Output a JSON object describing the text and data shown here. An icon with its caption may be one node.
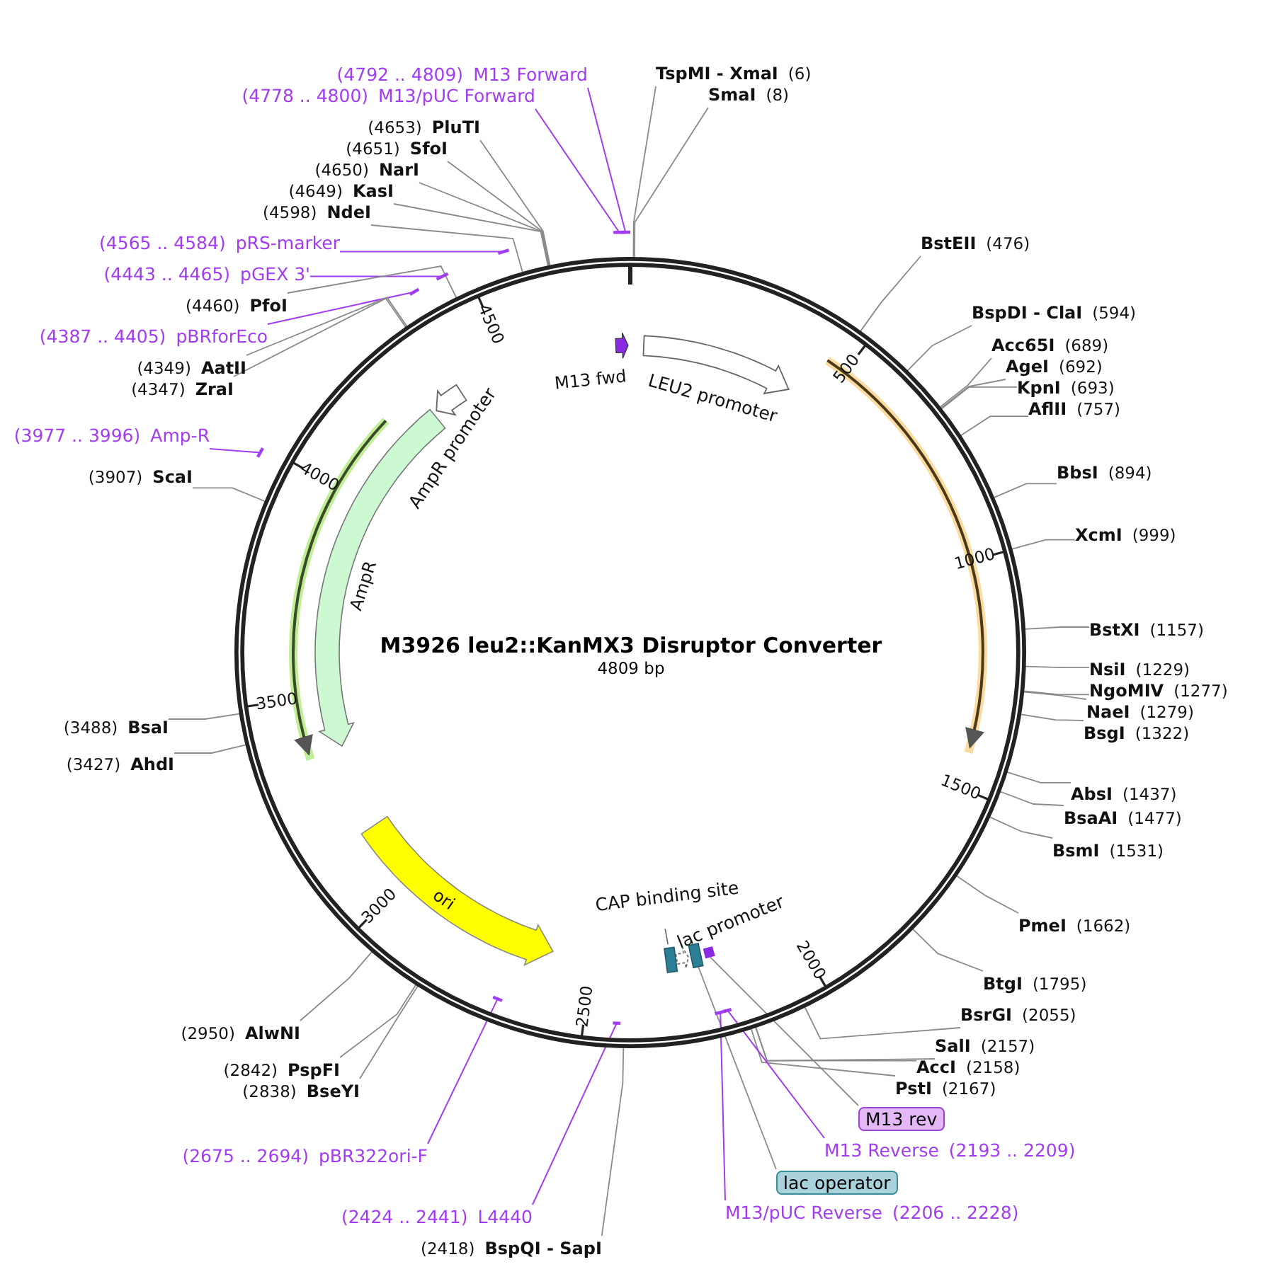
{
  "diagram": {
    "title": "M3926 leu2::KanMX3 Disruptor Converter",
    "nodes": [
      {
        "text": [
          "(4792 .. 4809)",
          "M13 Forward"
        ]
      },
      {
        "text": [],
        "shape": "bar"
      },
      {
        "text": [
          "TspMI - XmaI",
          "(6)"
        ]
      },
      {
        "text": [
          "SmaI",
          "(8)"
        ]
      },
      {
        "text": [
          "(4778 .. 4800)",
          "M13/pUC Forward"
        ]
      },
      {
        "text": [],
        "shape": "bar"
      },
      {
        "text": [
          "(4653)",
          "PluTI"
        ]
      },
      {
        "text": [
          "(4651)",
          "SfoI"
        ]
      },
      {
        "text": [
          "(4650)",
          "NarI"
        ]
      },
      {
        "text": [
          "(4649)",
          "KasI"
        ]
      },
      {
        "text": [
          "(4598)",
          "NdeI"
        ]
      },
      {
        "text": [
          "BstEII",
          "(476)"
        ]
      },
      {
        "text": [
          "(4565 .. 4584)",
          "pRS-marker"
        ]
      },
      {
        "text": [],
        "shape": "bar"
      },
      {
        "text": [
          "(4443 .. 4465)",
          "pGEX 3'"
        ]
      },
      {
        "text": [],
        "shape": "bar"
      },
      {
        "text": [
          "(4460)",
          "PfoI"
        ]
      },
      {
        "text": [
          "BspDI - ClaI",
          "(594)"
        ]
      },
      {
        "text": [
          "(4387 .. 4405)",
          "pBRforEco"
        ]
      },
      {
        "text": [],
        "shape": "bar"
      },
      {
        "text": [
          "Acc65I",
          "(689)"
        ]
      },
      {
        "text": [
          "AgeI",
          "(692)"
        ]
      },
      {
        "text": [
          "KpnI",
          "(693)"
        ]
      },
      {
        "text": [
          "AflII",
          "(757)"
        ]
      },
      {
        "text": [
          "(4349)",
          "AatII"
        ]
      },
      {
        "text": [
          "(4347)",
          "ZraI"
        ]
      },
      {
        "text": [
          "M13 fwd"
        ]
      },
      {
        "text": [
          "LEU2 promoter"
        ]
      },
      {
        "text": [
          "AmpR promoter"
        ]
      },
      {
        "text": [
          "(3977 .. 3996)",
          "Amp-R"
        ]
      },
      {
        "text": [],
        "shape": "bar"
      },
      {
        "text": [
          "BbsI",
          "(894)"
        ]
      },
      {
        "text": [
          "(3907)",
          "ScaI"
        ]
      },
      {
        "text": [
          "XcmI",
          "(999)"
        ]
      },
      {
        "text": [
          "AmpR"
        ]
      },
      {
        "text": [
          "BstXI",
          "(1157)"
        ]
      },
      {
        "text": [
          "NsiI",
          "(1229)"
        ]
      },
      {
        "text": [
          "NgoMIV",
          "(1277)"
        ]
      },
      {
        "text": [
          "NaeI",
          "(1279)"
        ]
      },
      {
        "text": [
          "BsgI",
          "(1322)"
        ]
      },
      {
        "text": [
          "(3488)",
          "BsaI"
        ]
      },
      {
        "text": [
          "(3427)",
          "AhdI"
        ]
      },
      {
        "text": [
          "AbsI",
          "(1437)"
        ]
      },
      {
        "text": [
          "BsaAI",
          "(1477)"
        ]
      },
      {
        "text": [
          "BsmI",
          "(1531)"
        ]
      },
      {
        "text": [
          "ori"
        ]
      },
      {
        "text": [
          "CAP binding site"
        ]
      },
      {
        "text": [
          "lac promoter"
        ]
      },
      {
        "text": [],
        "shape": "box"
      },
      {
        "text": [],
        "shape": "bar"
      },
      {
        "text": [
          "PmeI",
          "(1662)"
        ]
      },
      {
        "text": [
          "BtgI",
          "(1795)"
        ]
      },
      {
        "text": [
          "BsrGI",
          "(2055)"
        ]
      },
      {
        "text": [
          "(2950)",
          "AlwNI"
        ]
      },
      {
        "text": [
          "SalI",
          "(2157)"
        ]
      },
      {
        "text": [
          "AccI",
          "(2158)"
        ]
      },
      {
        "text": [
          "PstI",
          "(2167)"
        ]
      },
      {
        "text": [
          "(2842)",
          "PspFI"
        ]
      },
      {
        "text": [
          "(2838)",
          "BseYI"
        ]
      },
      {
        "text": [
          "M13 rev"
        ]
      },
      {
        "text": [
          "M13 Reverse",
          "(2193 .. 2209)"
        ]
      },
      {
        "text": [],
        "shape": "bar"
      },
      {
        "text": [
          "(2675 .. 2694)",
          "pBR322ori-F"
        ]
      },
      {
        "text": [],
        "shape": "bar"
      },
      {
        "text": [
          "lac operator"
        ]
      },
      {
        "text": [
          "M13/pUC Reverse",
          "(2206 .. 2228)"
        ]
      },
      {
        "text": [],
        "shape": "bar"
      },
      {
        "text": [
          "(2424 .. 2441)",
          "L4440"
        ]
      },
      {
        "text": [],
        "shape": "bar"
      },
      {
        "text": [
          "(2418)",
          "BspQI - SapI"
        ]
      }
    ],
    "edges": [
      {
        "from": 0,
        "to": 1,
        "arrow": "none",
        "color": "#a23cf2"
      },
      {
        "from": 2,
        "to": null,
        "arrow": "none"
      },
      {
        "from": 3,
        "to": null,
        "arrow": "none"
      },
      {
        "from": 4,
        "to": 5,
        "arrow": "none",
        "color": "#a23cf2"
      },
      {
        "from": 6,
        "to": null,
        "arrow": "none"
      },
      {
        "from": 7,
        "to": null,
        "arrow": "none"
      },
      {
        "from": 8,
        "to": null,
        "arrow": "none"
      },
      {
        "from": 9,
        "to": null,
        "arrow": "none"
      },
      {
        "from": 10,
        "to": null,
        "arrow": "none"
      },
      {
        "from": 11,
        "to": null,
        "arrow": "none"
      },
      {
        "from": 12,
        "to": 13,
        "arrow": "none",
        "color": "#a23cf2"
      },
      {
        "from": 14,
        "to": 15,
        "arrow": "none",
        "color": "#a23cf2"
      },
      {
        "from": 16,
        "to": null,
        "arrow": "none"
      },
      {
        "from": 17,
        "to": null,
        "arrow": "none"
      },
      {
        "from": 18,
        "to": 19,
        "arrow": "none",
        "color": "#a23cf2"
      },
      {
        "from": 20,
        "to": null,
        "arrow": "none"
      },
      {
        "from": 21,
        "to": null,
        "arrow": "none"
      },
      {
        "from": 22,
        "to": null,
        "arrow": "none"
      },
      {
        "from": 23,
        "to": null,
        "arrow": "none"
      },
      {
        "from": 24,
        "to": null,
        "arrow": "none"
      },
      {
        "from": 25,
        "to": null,
        "arrow": "none"
      },
      {
        "from": 29,
        "to": 30,
        "arrow": "none",
        "color": "#a23cf2"
      },
      {
        "from": 31,
        "to": null,
        "arrow": "none"
      },
      {
        "from": 32,
        "to": null,
        "arrow": "none"
      },
      {
        "from": 33,
        "to": null,
        "arrow": "none"
      },
      {
        "from": 35,
        "to": null,
        "arrow": "none"
      },
      {
        "from": 36,
        "to": null,
        "arrow": "none"
      },
      {
        "from": 37,
        "to": null,
        "arrow": "none"
      },
      {
        "from": 38,
        "to": null,
        "arrow": "none"
      },
      {
        "from": 39,
        "to": null,
        "arrow": "none"
      },
      {
        "from": 40,
        "to": null,
        "arrow": "none"
      },
      {
        "from": 41,
        "to": null,
        "arrow": "none"
      },
      {
        "from": 42,
        "to": null,
        "arrow": "none"
      },
      {
        "from": 43,
        "to": null,
        "arrow": "none"
      },
      {
        "from": 44,
        "to": null,
        "arrow": "none"
      },
      {
        "from": 50,
        "to": null,
        "arrow": "none"
      },
      {
        "from": 51,
        "to": null,
        "arrow": "none"
      },
      {
        "from": 52,
        "to": null,
        "arrow": "none"
      },
      {
        "from": 53,
        "to": null,
        "arrow": "none"
      },
      {
        "from": 54,
        "to": null,
        "arrow": "none"
      },
      {
        "from": 55,
        "to": null,
        "arrow": "none"
      },
      {
        "from": 56,
        "to": null,
        "arrow": "none"
      },
      {
        "from": 57,
        "to": null,
        "arrow": "none"
      },
      {
        "from": 58,
        "to": null,
        "arrow": "none"
      },
      {
        "from": 59,
        "to": 49,
        "arrow": "none"
      },
      {
        "from": 60,
        "to": 61,
        "arrow": "none",
        "color": "#a23cf2"
      },
      {
        "from": 62,
        "to": 63,
        "arrow": "none",
        "color": "#a23cf2"
      },
      {
        "from": 64,
        "to": 48,
        "arrow": "none"
      },
      {
        "from": 65,
        "to": 66,
        "arrow": "none",
        "color": "#a23cf2"
      },
      {
        "from": 67,
        "to": 68,
        "arrow": "none",
        "color": "#a23cf2"
      },
      {
        "from": 69,
        "to": null,
        "arrow": "none"
      }
    ],
    "labels": [
      "4809 bp",
      "500",
      "1000",
      "1500",
      "2000",
      "2500",
      "3000",
      "3500",
      "4000",
      "4500"
    ]
  }
}
